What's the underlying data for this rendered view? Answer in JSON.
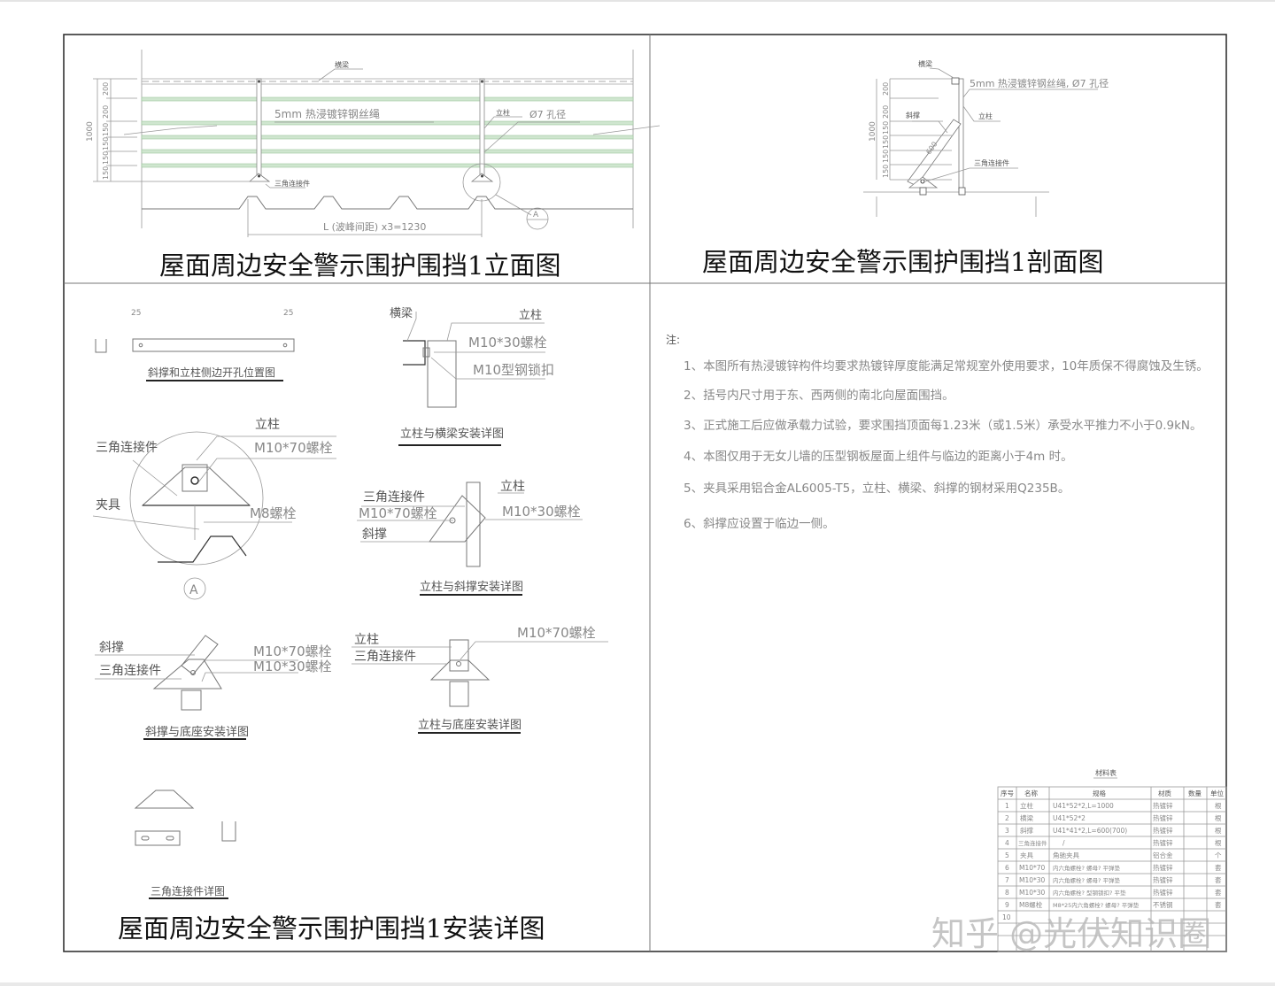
{
  "drawing": {
    "panels": {
      "elevation": {
        "title": "屋面周边安全警示围护围挡1立面图",
        "labels": {
          "beam": "横梁",
          "wire_rope": "5mm 热浸镀锌钢丝绳",
          "post": "立柱",
          "hole": "Ø7 孔径",
          "triangle_connector": "三角连接件",
          "span_dim": "L (波峰间距) x3=1230",
          "detail_marker": "A"
        },
        "dimensions": {
          "total": "1000",
          "segments": [
            "200",
            "200",
            "150",
            "150",
            "150",
            "150"
          ]
        }
      },
      "section": {
        "title": "屋面周边安全警示围护围挡1剖面图",
        "labels": {
          "beam": "横梁",
          "wire_rope": "5mm 热浸镀锌钢丝绳, Ø7 孔径",
          "post": "立柱",
          "brace": "斜撑",
          "triangle_connector": "三角连接件",
          "brace_len": "600"
        },
        "dimensions": {
          "total": "1000",
          "segments": [
            "200",
            "200",
            "150",
            "150",
            "150",
            "150"
          ]
        }
      },
      "details": {
        "title": "屋面周边安全警示围护围挡1安装详图",
        "hole_position": {
          "caption": "斜撑和立柱侧边开孔位置图",
          "dim_left": "25",
          "dim_right": "25"
        },
        "post_beam": {
          "caption": "立柱与横梁安装详图",
          "labels": [
            "横梁",
            "立柱",
            "M10*30螺栓",
            "M10型钢锁扣"
          ]
        },
        "detail_a": {
          "marker": "A",
          "labels": [
            "立柱",
            "三角连接件",
            "M10*70螺栓",
            "夹具",
            "M8螺栓"
          ]
        },
        "post_brace": {
          "caption": "立柱与斜撑安装详图",
          "labels": [
            "三角连接件",
            "M10*70螺栓",
            "斜撑",
            "立柱",
            "M10*30螺栓"
          ]
        },
        "brace_base": {
          "caption": "斜撑与底座安装详图",
          "labels": [
            "斜撑",
            "三角连接件",
            "M10*70螺栓",
            "M10*30螺栓"
          ]
        },
        "post_base": {
          "caption": "立柱与底座安装详图",
          "labels": [
            "立柱",
            "三角连接件",
            "M10*70螺栓"
          ]
        },
        "connector_detail": {
          "caption": "三角连接件详图"
        }
      }
    },
    "notes": {
      "heading": "注:",
      "items": [
        "1、本图所有热浸镀锌构件均要求热镀锌厚度能满足常规室外使用要求，10年质保不得腐蚀及生锈。",
        "2、括号内尺寸用于东、西两侧的南北向屋面围挡。",
        "3、正式施工后应做承载力试验，要求围挡顶面每1.23米（或1.5米）承受水平推力不小于0.9kN。",
        "4、本图仅用于无女儿墙的压型钢板屋面上组件与临边的距离小于4m 时。",
        "5、夹具采用铝合金AL6005-T5，立柱、横梁、斜撑的钢材采用Q235B。",
        "6、斜撑应设置于临边一侧。"
      ]
    },
    "materials_table": {
      "title": "材料表",
      "headers": [
        "序号",
        "名称",
        "规格",
        "材质",
        "数量",
        "单位"
      ],
      "rows": [
        [
          "1",
          "立柱",
          "U41*52*2,L=1000",
          "热镀锌",
          "",
          "根"
        ],
        [
          "2",
          "横梁",
          "U41*52*2",
          "热镀锌",
          "",
          "根"
        ],
        [
          "3",
          "斜撑",
          "U41*41*2,L=600(700)",
          "热镀锌",
          "",
          "根"
        ],
        [
          "4",
          "三角连接件",
          "/",
          "热镀锌",
          "",
          "根"
        ],
        [
          "5",
          "夹具",
          "角驰夹具",
          "铝合金",
          "",
          "个"
        ],
        [
          "6",
          "M10*70",
          "内六角螺栓? 螺母? 平弹垫",
          "热镀锌",
          "",
          "套"
        ],
        [
          "7",
          "M10*30",
          "内六角螺栓? 螺母? 平弹垫",
          "热镀锌",
          "",
          "套"
        ],
        [
          "8",
          "M10*30",
          "内六角螺栓? 型钢锁扣? 平垫",
          "热镀锌",
          "",
          "套"
        ],
        [
          "9",
          "M8螺栓",
          "M8*25内六角螺栓? 螺母? 平弹垫",
          "不锈钢",
          "",
          "套"
        ],
        [
          "10",
          "",
          "",
          "",
          "",
          ""
        ]
      ]
    },
    "watermark": "知乎 @光伏知识圈"
  }
}
